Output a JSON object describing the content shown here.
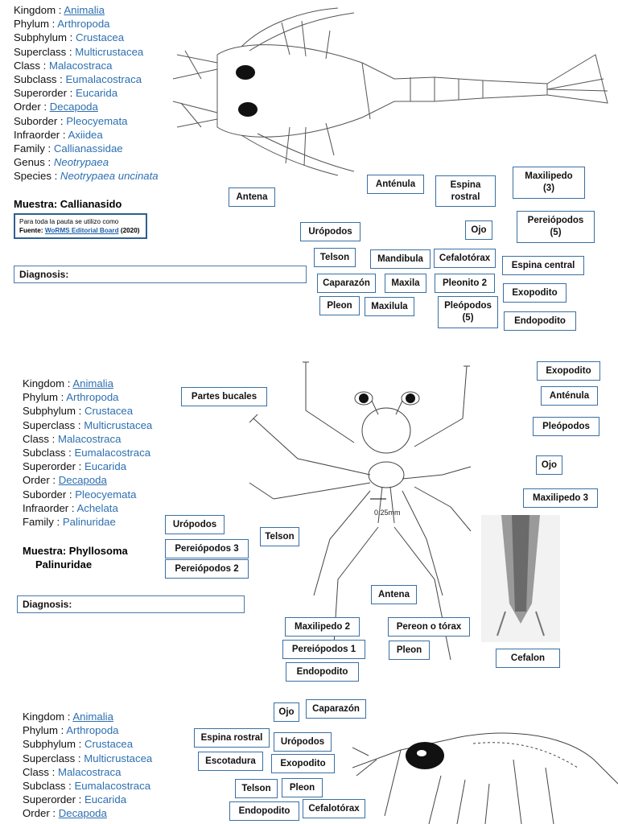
{
  "section1": {
    "taxonomy": [
      {
        "rank": "Kingdom",
        "value": "Animalia",
        "style": "link"
      },
      {
        "rank": "Phylum",
        "value": "Arthropoda",
        "style": "plain"
      },
      {
        "rank": "Subphylum",
        "value": "Crustacea",
        "style": "plain"
      },
      {
        "rank": "Superclass",
        "value": "Multicrustacea",
        "style": "plain"
      },
      {
        "rank": "Class",
        "value": "Malacostraca",
        "style": "plain"
      },
      {
        "rank": "Subclass",
        "value": "Eumalacostraca",
        "style": "plain"
      },
      {
        "rank": "Superorder",
        "value": "Eucarida",
        "style": "plain"
      },
      {
        "rank": "Order",
        "value": "Decapoda",
        "style": "link"
      },
      {
        "rank": "Suborder",
        "value": "Pleocyemata",
        "style": "plain"
      },
      {
        "rank": "Infraorder",
        "value": "Axiidea",
        "style": "plain"
      },
      {
        "rank": "Family",
        "value": "Callianassidae",
        "style": "plain"
      },
      {
        "rank": "Genus",
        "value": "Neotrypaea",
        "style": "italic"
      },
      {
        "rank": "Species",
        "value": "Neotrypaea uncinata",
        "style": "italic"
      }
    ],
    "muestra": "Muestra: Callianasido",
    "fuente_line1": "Para toda la pauta se utilizo como",
    "fuente_prefix": "Fuente: ",
    "fuente_link": "WoRMS Editorial Board",
    "fuente_year": " (2020)",
    "diagnosis": "Diagnosis:",
    "labels": [
      "Antena",
      "Anténula",
      "Espina\nrostral",
      "Maxilipedo\n(3)",
      "Urópodos",
      "Ojo",
      "Pereiópodos\n(5)",
      "Telson",
      "Mandibula",
      "Cefalotórax",
      "Espina central",
      "Caparazón",
      "Maxila",
      "Pleonito 2",
      "Exopodito",
      "Pleon",
      "Maxilula",
      "Pleópodos\n(5)",
      "Endopodito"
    ]
  },
  "section2": {
    "taxonomy": [
      {
        "rank": "Kingdom",
        "value": "Animalia",
        "style": "link"
      },
      {
        "rank": "Phylum",
        "value": "Arthropoda",
        "style": "plain"
      },
      {
        "rank": "Subphylum",
        "value": "Crustacea",
        "style": "plain"
      },
      {
        "rank": "Superclass",
        "value": "Multicrustacea",
        "style": "plain"
      },
      {
        "rank": "Class",
        "value": "Malacostraca",
        "style": "plain"
      },
      {
        "rank": "Subclass",
        "value": "Eumalacostraca",
        "style": "plain"
      },
      {
        "rank": "Superorder",
        "value": "Eucarida",
        "style": "plain"
      },
      {
        "rank": "Order",
        "value": "Decapoda",
        "style": "link"
      },
      {
        "rank": "Suborder",
        "value": "Pleocyemata",
        "style": "plain"
      },
      {
        "rank": "Infraorder",
        "value": "Achelata",
        "style": "plain"
      },
      {
        "rank": "Family",
        "value": "Palinuridae",
        "style": "plain"
      }
    ],
    "muestra_line1": "Muestra: Phyllosoma",
    "muestra_line2": "Palinuridae",
    "diagnosis": "Diagnosis:",
    "scale_label": "0.25mm",
    "labels": [
      "Exopodito",
      "Partes bucales",
      "Anténula",
      "Pleópodos",
      "Ojo",
      "Maxilipedo 3",
      "Urópodos",
      "Telson",
      "Pereiópodos 3",
      "Pereiópodos 2",
      "Antena",
      "Maxilipedo 2",
      "Pereon o tórax",
      "Pereiópodos 1",
      "Pleon",
      "Cefalon",
      "Endopodito"
    ]
  },
  "section3": {
    "taxonomy": [
      {
        "rank": "Kingdom",
        "value": "Animalia",
        "style": "link"
      },
      {
        "rank": "Phylum",
        "value": "Arthropoda",
        "style": "plain"
      },
      {
        "rank": "Subphylum",
        "value": "Crustacea",
        "style": "plain"
      },
      {
        "rank": "Superclass",
        "value": "Multicrustacea",
        "style": "plain"
      },
      {
        "rank": "Class",
        "value": "Malacostraca",
        "style": "plain"
      },
      {
        "rank": "Subclass",
        "value": "Eumalacostraca",
        "style": "plain"
      },
      {
        "rank": "Superorder",
        "value": "Eucarida",
        "style": "plain"
      },
      {
        "rank": "Order",
        "value": "Decapoda",
        "style": "link"
      }
    ],
    "labels": [
      "Ojo",
      "Caparazón",
      "Espina rostral",
      "Urópodos",
      "Escotadura",
      "Exopodito",
      "Telson",
      "Pleon",
      "Endopodito",
      "Cefalotórax"
    ]
  },
  "colors": {
    "taxon_value": "#2d6fb0",
    "label_border": "#3a6fa3"
  }
}
